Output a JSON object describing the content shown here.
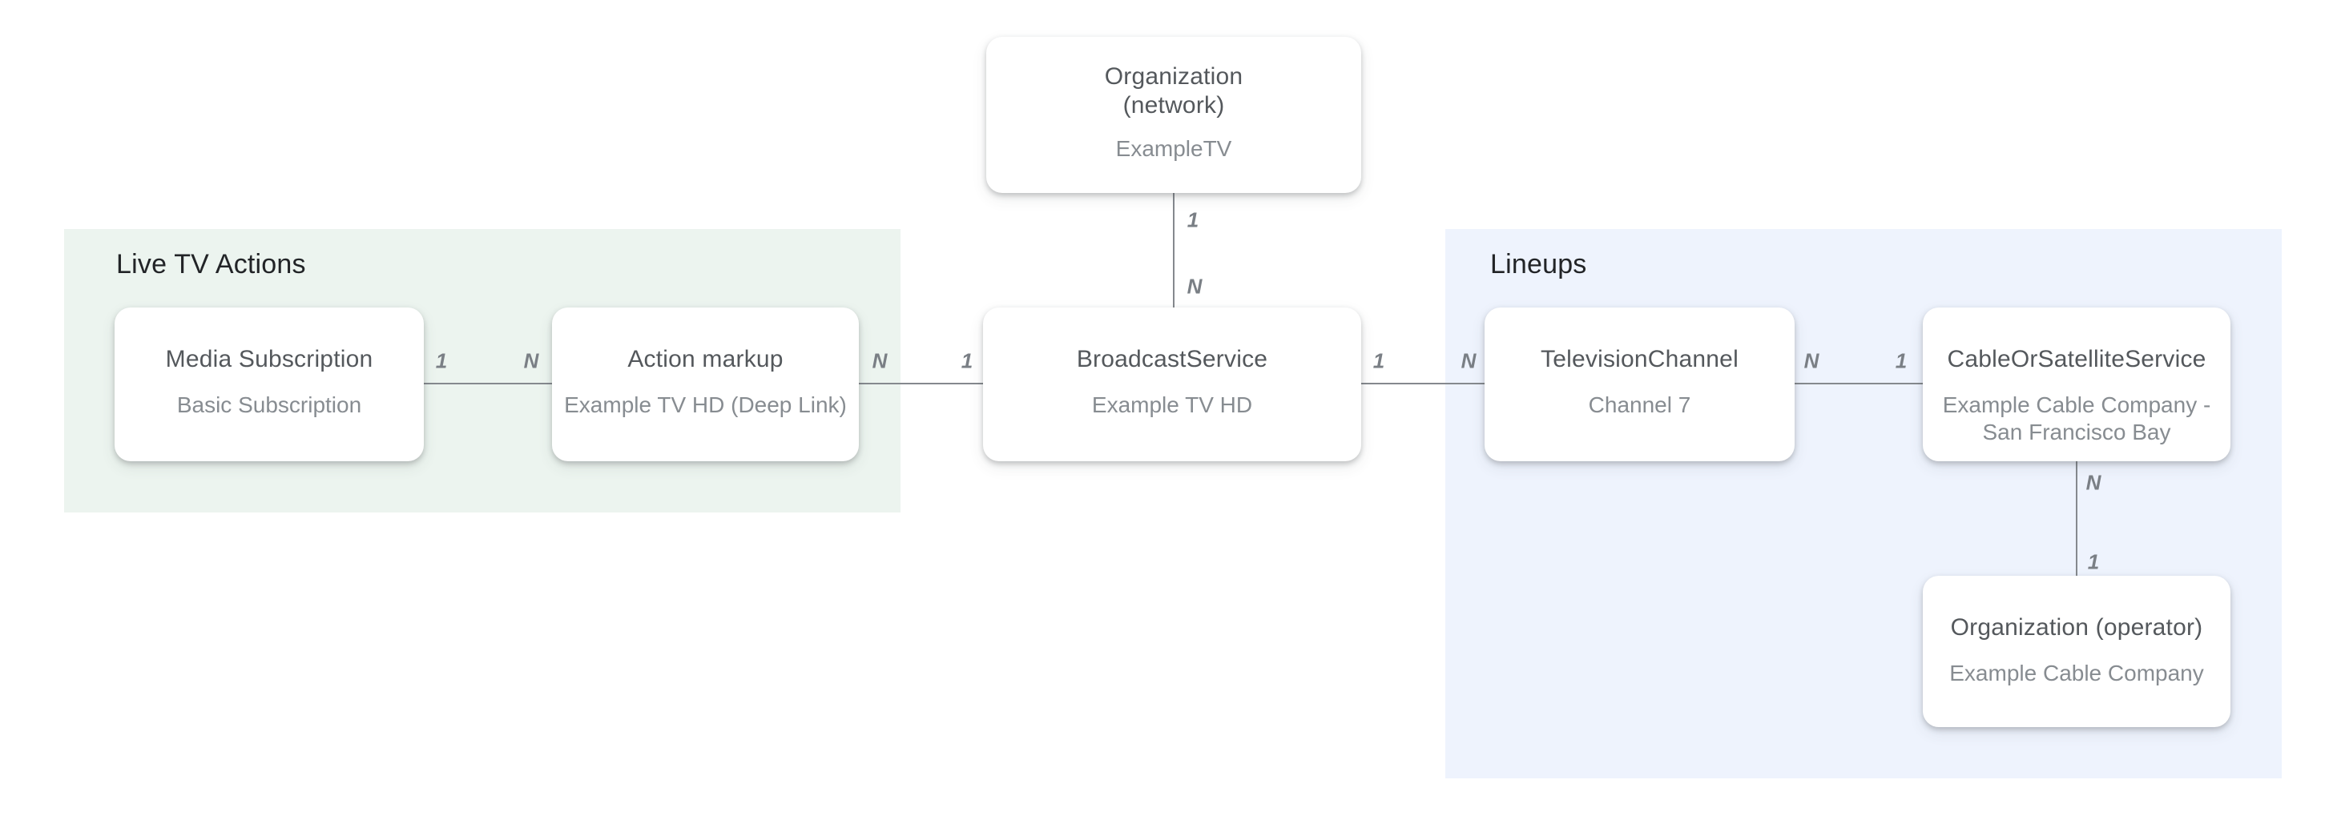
{
  "diagram": {
    "background": "#FFFFFF",
    "groups": {
      "live_tv_actions": {
        "label": "Live TV Actions",
        "bg": "#ECF4EF"
      },
      "lineups": {
        "label": "Lineups",
        "bg": "#EEF3FD"
      }
    },
    "entities": {
      "org_network": {
        "title": "Organization\n(network)",
        "subtitle": "ExampleTV"
      },
      "media_subscription": {
        "title": "Media Subscription",
        "subtitle": "Basic Subscription"
      },
      "action_markup": {
        "title": "Action markup",
        "subtitle": "Example TV HD (Deep Link)"
      },
      "broadcast_service": {
        "title": "BroadcastService",
        "subtitle": "Example TV HD"
      },
      "television_channel": {
        "title": "TelevisionChannel",
        "subtitle": "Channel 7"
      },
      "cable_or_satellite_service": {
        "title": "CableOrSatelliteService",
        "subtitle": "Example Cable Company -\nSan Francisco Bay"
      },
      "org_operator": {
        "title": "Organization (operator)",
        "subtitle": "Example Cable Company"
      }
    },
    "connectors": {
      "network_to_broadcast": {
        "from_label": "1",
        "to_label": "N"
      },
      "media_to_action": {
        "from_label": "1",
        "to_label": "N"
      },
      "action_to_broadcast": {
        "from_label": "N",
        "to_label": "1"
      },
      "broadcast_to_channel": {
        "from_label": "1",
        "to_label": "N"
      },
      "channel_to_cable": {
        "from_label": "N",
        "to_label": "1"
      },
      "cable_to_operator": {
        "from_label": "N",
        "to_label": "1"
      }
    },
    "colors": {
      "connector_line": "#85898E",
      "entity_title": "#54585C",
      "entity_subtitle": "#878C91",
      "cardinality_label": "#7A7F85",
      "group_label": "#222427"
    }
  }
}
